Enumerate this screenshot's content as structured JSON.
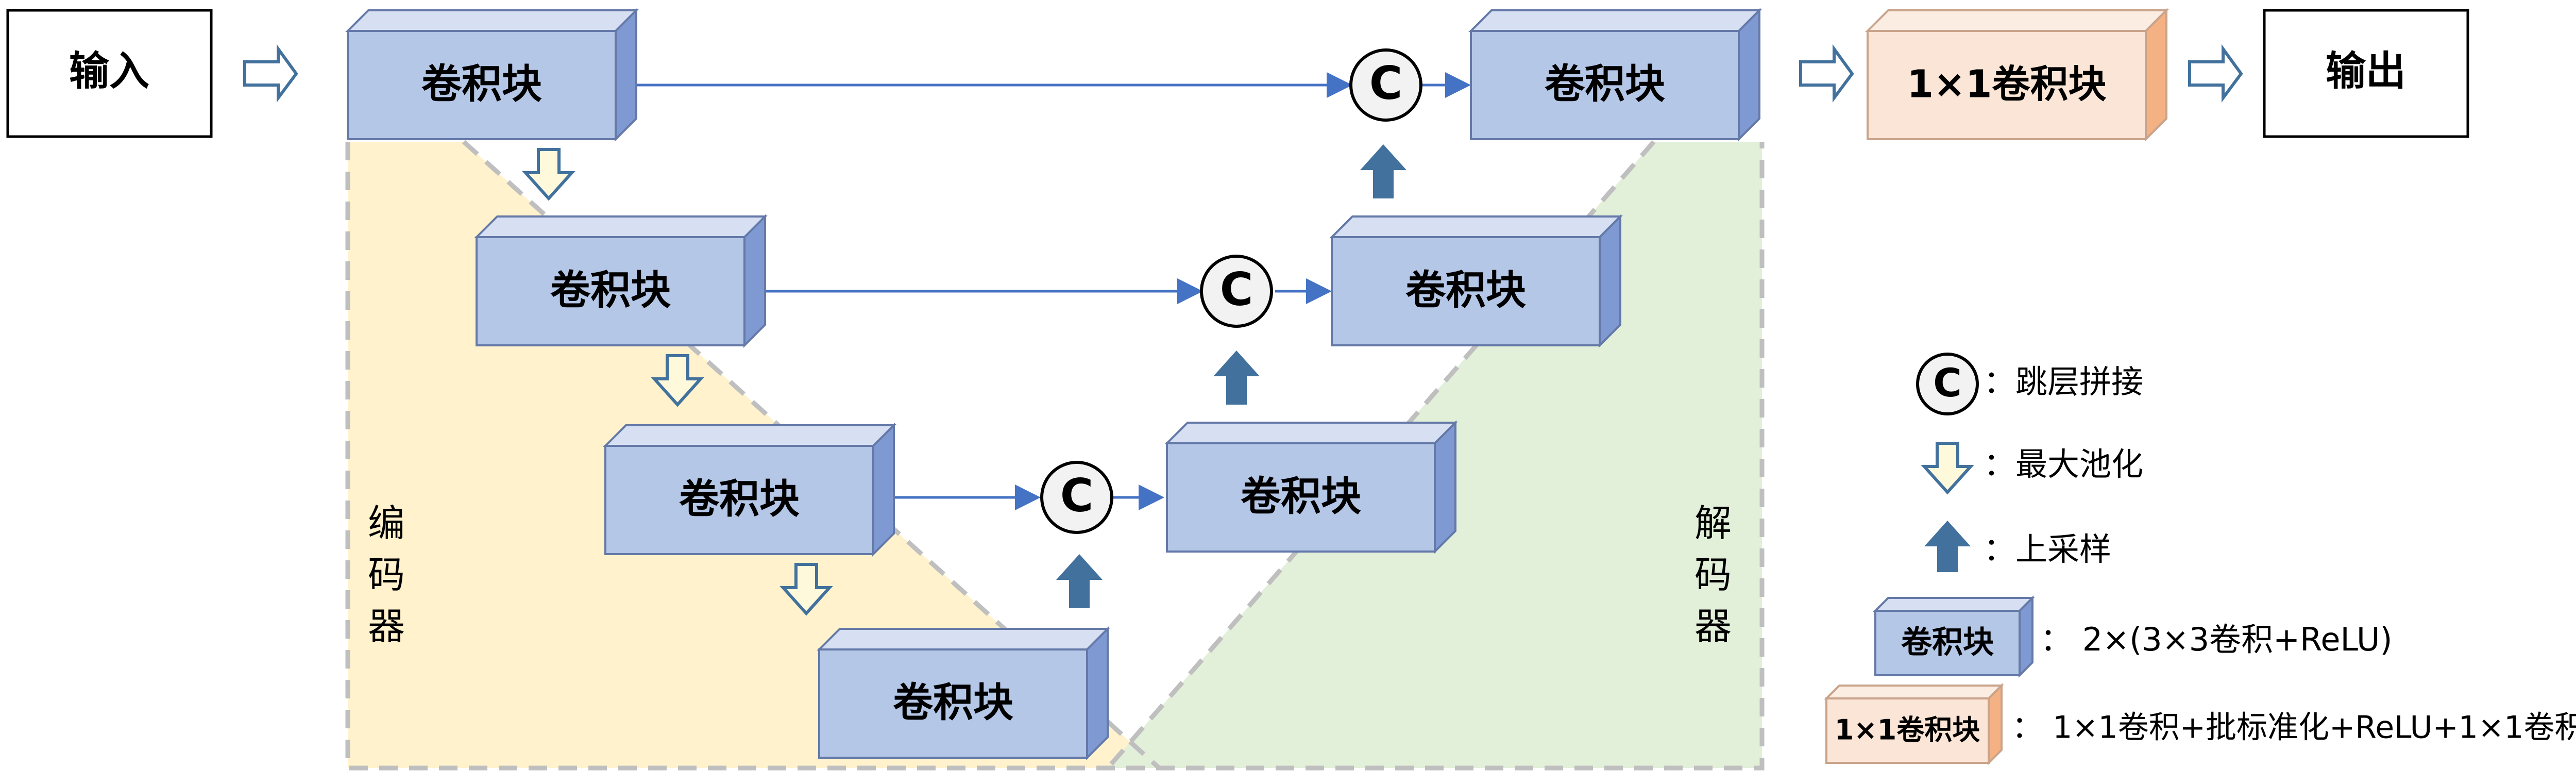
{
  "io": {
    "input": "输入",
    "output": "输出"
  },
  "blocks": {
    "conv": "卷积块",
    "final": "1×1卷积块"
  },
  "concat_symbol": "C",
  "regions": {
    "encoder": "编码器",
    "decoder": "解码器"
  },
  "legend": {
    "concat": {
      "symbol": "C",
      "text": "：跳层拼接"
    },
    "pool": {
      "text": "：最大池化"
    },
    "upsample": {
      "text": "：上采样"
    },
    "conv": {
      "box": "卷积块",
      "text": "：  2×(3×3卷积+ReLU)"
    },
    "final": {
      "box": "1×1卷积块",
      "text": "：  1×1卷积+批标准化+ReLU+1×1卷积"
    }
  },
  "colors": {
    "conv_front": "#B4C7E7",
    "conv_top": "#D6E0F2",
    "conv_side": "#7F9AD3",
    "conv_border": "#6479A8",
    "final_front": "#FBE5D6",
    "final_top": "#FCEDE3",
    "final_side": "#F4B183",
    "encoder_fill": "#FFF2CC",
    "decoder_fill": "#E2EFD9",
    "arrow_line": "#4472C4",
    "up_arrow": "#41719C",
    "pool_fill": "#FFF9DC",
    "pool_stroke": "#41719C"
  }
}
